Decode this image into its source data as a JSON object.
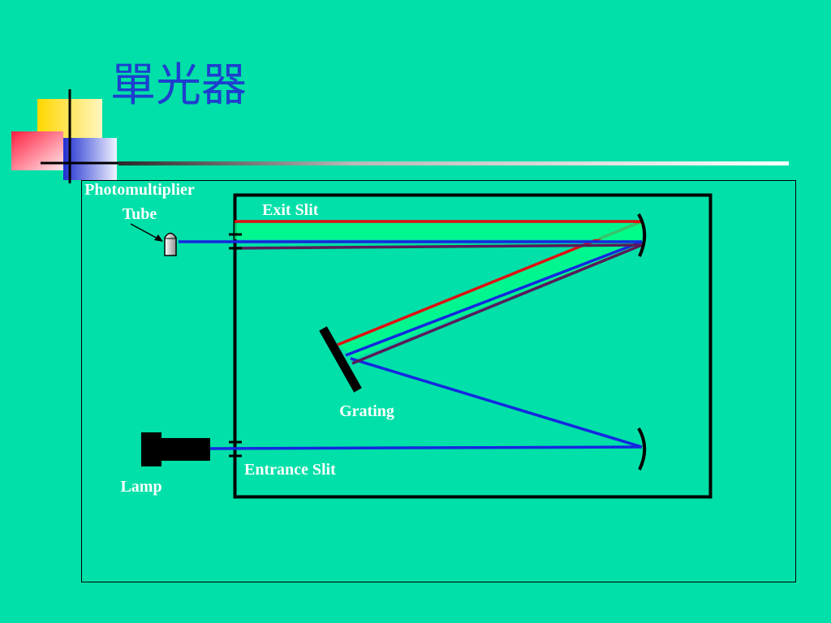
{
  "slide": {
    "title": "單光器"
  },
  "labels": {
    "photomultiplier_line1": "Photomultiplier",
    "photomultiplier_line2": "Tube",
    "exit_slit": "Exit Slit",
    "grating": "Grating",
    "entrance_slit": "Entrance Slit",
    "lamp": "Lamp"
  },
  "colors": {
    "background": "#00E0A8",
    "title": "#1D3FCF",
    "beam_blue": "#1428E0",
    "beam_red": "#E01010",
    "beam_purple": "#5A1A5A",
    "label_text": "#FFFFFF",
    "accent_yellow": "#FFD700",
    "accent_red": "#FF4050",
    "accent_blue": "#2030D0"
  },
  "icons": {
    "decoration": "corner-squares-decoration",
    "detector": "photomultiplier-tube-icon",
    "source": "lamp-icon"
  }
}
